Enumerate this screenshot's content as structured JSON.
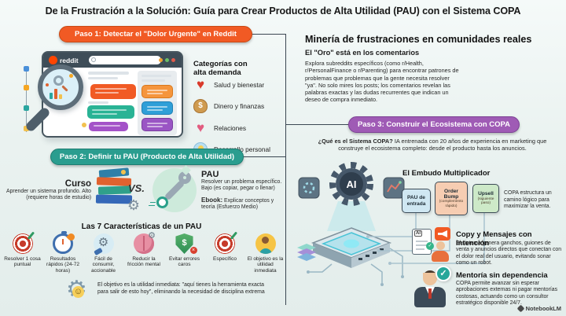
{
  "title": "De la Frustración a la Solución: Guía para Crear Productos de Alta Utilidad (PAU) con el Sistema COPA",
  "colors": {
    "paso1": "#f15a24",
    "paso2": "#2a9d8f",
    "paso3": "#9f5bb5",
    "reddit_orange": "#ff4500",
    "accent_teal": "#2aa6a0"
  },
  "paso1": {
    "badge": "Paso 1: Detectar el \"Dolor Urgente\" en Reddit",
    "reddit_logo": "reddit",
    "categories_title": "Categorías con alta demanda",
    "categories": [
      {
        "icon": "heart-pulse-icon",
        "label": "Salud y bienestar"
      },
      {
        "icon": "money-bag-icon",
        "label": "Dinero y finanzas"
      },
      {
        "icon": "broken-heart-icon",
        "label": "Relaciones"
      },
      {
        "icon": "head-bulb-icon",
        "label": "Desarrollo personal"
      }
    ]
  },
  "mineria": {
    "title": "Minería de frustraciones en comunidades reales",
    "subtitle": "El \"Oro\" está en los comentarios",
    "body": "Explora subreddits específicos (como r/Health, r/PersonalFinance o r/Parenting) para encontrar patrones de problemas que problemas que la gente necesita resolver \"ya\". No solo mires los posts; los comentarios revelan las palabras exactas y las dudas recurrentes que indican un deseo de compra inmediato."
  },
  "paso2": {
    "badge": "Paso 2: Definir tu PAU (Producto de Alta Utilidad)",
    "curso_title": "Curso",
    "curso_desc": "Aprender un sistema profundo. Alto (requiere horas de estudio)",
    "vs": "VS.",
    "pau_title": "PAU",
    "pau_desc": "Resolver un problema específico. Bajo (es copiar, pegar o llenar)",
    "ebook_label": "Ebook:",
    "ebook_desc": " Explicar conceptos y teoría (Esfuerzo Medio)",
    "caracteristicas_title": "Las 7 Características de un PAU",
    "caracteristicas": [
      {
        "icon": "target-icon",
        "label": "Resolver 1 cosa puntual"
      },
      {
        "icon": "stopwatch-flame-icon",
        "label": "Resultados rápidos (24-72 horas)"
      },
      {
        "icon": "hand-wrench-icon",
        "label": "Fácil de consumir, accionable"
      },
      {
        "icon": "brain-gear-icon",
        "label": "Reducir la fricción mental"
      },
      {
        "icon": "shield-dollar-icon",
        "label": "Evitar errores caros"
      },
      {
        "icon": "dartboard-icon",
        "label": "Específico"
      },
      {
        "icon": "person-avatar-icon",
        "label": "El objetivo es la utilidad inmediata"
      }
    ],
    "nota": "El objetivo es la utilidad inmediata: \"aquí tienes la herramienta exacta para salir de esto hoy\", eliminando la necesidad de disciplina extrema"
  },
  "paso3": {
    "badge": "Paso 3: Construir el Ecosistema con COPA",
    "intro_bold": "¿Qué es el Sistema COPA?",
    "intro_rest": " IA entrenada con 20 años de experiencia en marketing que construye el ecosistema completo: desde el producto hasta los anuncios.",
    "ai_label": "AI",
    "embudo_title": "El Embudo Multiplicador",
    "embudo_boxes": [
      {
        "title": "PAU de entrada",
        "sub": ""
      },
      {
        "title": "Order Bump",
        "sub": "(complemento rápido)"
      },
      {
        "title": "Upsell",
        "sub": "(siguiente paso)"
      }
    ],
    "embudo_note": "COPA estructura un camino lógico para maximizar la venta.",
    "copy_ai_label": "AI",
    "copy_title": "Copy y Mensajes con Intención",
    "copy_body": "El sistema genera ganchos, guiones de venta y anuncios directos que conectan con el dolor real del usuario, evitando sonar como un robot.",
    "mentoria_title": "Mentoría sin dependencia",
    "mentoria_body": "COPA permite avanzar sin esperar aprobaciones externas ni pagar mentorías costosas, actuando como un consultor estratégico disponible 24/7."
  },
  "icons": {
    "check": "✓",
    "dollar": "$",
    "heart": "♥",
    "gear": "⚙",
    "smiley": "☺"
  },
  "footer": {
    "brand": "NotebookLM"
  }
}
